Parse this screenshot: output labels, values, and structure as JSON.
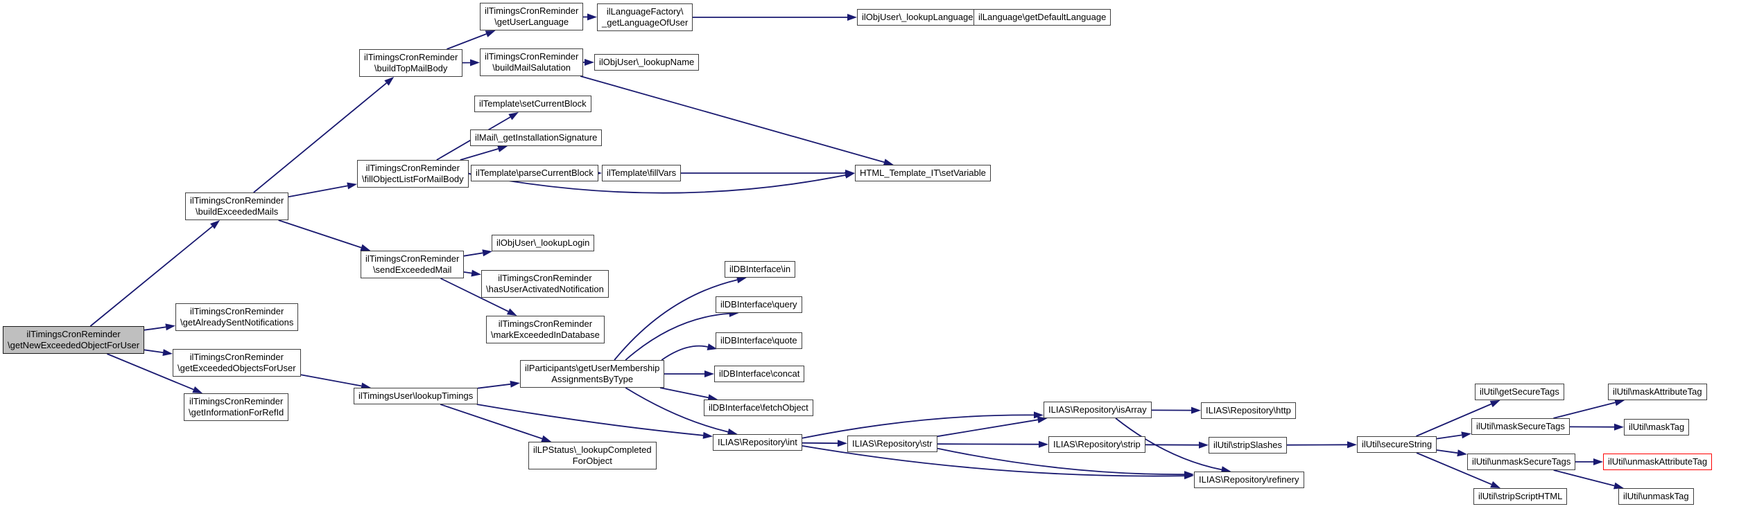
{
  "diagram": {
    "kind": "call-graph",
    "root_function": "ilTimingsCronReminder\\getNewExceededObjectForUser",
    "highlighted_function": "ilUtil\\unmaskAttributeTag",
    "colors": {
      "background": "#ffffff",
      "edge": "#191970",
      "node_fill": "#ffffff",
      "node_border": "#404040",
      "root_fill": "#bfbfbf",
      "root_border": "#1a1a1a",
      "highlight_border": "#ff0000",
      "text": "#000000"
    },
    "nodes": [
      {
        "id": "getNewExceededObjectForUser",
        "role": "root",
        "label": "ilTimingsCronReminder\\getNewExceededObjectForUser",
        "lines": [
          "ilTimingsCronReminder",
          "\\getNewExceededObjectForUser"
        ]
      },
      {
        "id": "buildExceededMails",
        "role": "normal",
        "label": "ilTimingsCronReminder\\buildExceededMails",
        "lines": [
          "ilTimingsCronReminder",
          "\\buildExceededMails"
        ]
      },
      {
        "id": "getAlreadySentNotifications",
        "role": "normal",
        "label": "ilTimingsCronReminder\\getAlreadySentNotifications",
        "lines": [
          "ilTimingsCronReminder",
          "\\getAlreadySentNotifications"
        ]
      },
      {
        "id": "getExceededObjectsForUser",
        "role": "normal",
        "label": "ilTimingsCronReminder\\getExceededObjectsForUser",
        "lines": [
          "ilTimingsCronReminder",
          "\\getExceededObjectsForUser"
        ]
      },
      {
        "id": "getInformationForRefId",
        "role": "normal",
        "label": "ilTimingsCronReminder\\getInformationForRefId",
        "lines": [
          "ilTimingsCronReminder",
          "\\getInformationForRefId"
        ]
      },
      {
        "id": "buildTopMailBody",
        "role": "normal",
        "label": "ilTimingsCronReminder\\buildTopMailBody",
        "lines": [
          "ilTimingsCronReminder",
          "\\buildTopMailBody"
        ]
      },
      {
        "id": "getUserLanguage",
        "role": "normal",
        "label": "ilTimingsCronReminder\\getUserLanguage",
        "lines": [
          "ilTimingsCronReminder",
          "\\getUserLanguage"
        ]
      },
      {
        "id": "buildMailSalutation",
        "role": "normal",
        "label": "ilTimingsCronReminder\\buildMailSalutation",
        "lines": [
          "ilTimingsCronReminder",
          "\\buildMailSalutation"
        ]
      },
      {
        "id": "getLanguageOfUser",
        "role": "normal",
        "label": "ilLanguageFactory\\_getLanguageOfUser",
        "lines": [
          "ilLanguageFactory\\",
          "_getLanguageOfUser"
        ]
      },
      {
        "id": "lookupLanguage",
        "role": "normal",
        "label": "ilObjUser\\_lookupLanguage",
        "lines": [
          "ilObjUser\\_lookupLanguage"
        ]
      },
      {
        "id": "getDefaultLanguage",
        "role": "normal",
        "label": "ilLanguage\\getDefaultLanguage",
        "lines": [
          "ilLanguage\\getDefaultLanguage"
        ]
      },
      {
        "id": "lookupName",
        "role": "normal",
        "label": "ilObjUser\\_lookupName",
        "lines": [
          "ilObjUser\\_lookupName"
        ]
      },
      {
        "id": "setCurrentBlock",
        "role": "normal",
        "label": "ilTemplate\\setCurrentBlock",
        "lines": [
          "ilTemplate\\setCurrentBlock"
        ]
      },
      {
        "id": "getInstallationSignature",
        "role": "normal",
        "label": "ilMail\\_getInstallationSignature",
        "lines": [
          "ilMail\\_getInstallationSignature"
        ]
      },
      {
        "id": "fillObjectListForMailBody",
        "role": "normal",
        "label": "ilTimingsCronReminder\\fillObjectListForMailBody",
        "lines": [
          "ilTimingsCronReminder",
          "\\fillObjectListForMailBody"
        ]
      },
      {
        "id": "parseCurrentBlock",
        "role": "normal",
        "label": "ilTemplate\\parseCurrentBlock",
        "lines": [
          "ilTemplate\\parseCurrentBlock"
        ]
      },
      {
        "id": "fillVars",
        "role": "normal",
        "label": "ilTemplate\\fillVars",
        "lines": [
          "ilTemplate\\fillVars"
        ]
      },
      {
        "id": "setVariable",
        "role": "normal",
        "label": "HTML_Template_IT\\setVariable",
        "lines": [
          "HTML_Template_IT\\setVariable"
        ]
      },
      {
        "id": "sendExceededMail",
        "role": "normal",
        "label": "ilTimingsCronReminder\\sendExceededMail",
        "lines": [
          "ilTimingsCronReminder",
          "\\sendExceededMail"
        ]
      },
      {
        "id": "lookupLogin",
        "role": "normal",
        "label": "ilObjUser\\_lookupLogin",
        "lines": [
          "ilObjUser\\_lookupLogin"
        ]
      },
      {
        "id": "hasUserActivatedNotification",
        "role": "normal",
        "label": "ilTimingsCronReminder\\hasUserActivatedNotification",
        "lines": [
          "ilTimingsCronReminder",
          "\\hasUserActivatedNotification"
        ]
      },
      {
        "id": "markExceededInDatabase",
        "role": "normal",
        "label": "ilTimingsCronReminder\\markExceededInDatabase",
        "lines": [
          "ilTimingsCronReminder",
          "\\markExceededInDatabase"
        ]
      },
      {
        "id": "lookupTimings",
        "role": "normal",
        "label": "ilTimingsUser\\lookupTimings",
        "lines": [
          "ilTimingsUser\\lookupTimings"
        ]
      },
      {
        "id": "getUserMembershipAssignmentsByType",
        "role": "normal",
        "label": "ilParticipants\\getUserMembershipAssignmentsByType",
        "lines": [
          "ilParticipants\\getUserMembership",
          "AssignmentsByType"
        ]
      },
      {
        "id": "dbIn",
        "role": "normal",
        "label": "ilDBInterface\\in",
        "lines": [
          "ilDBInterface\\in"
        ]
      },
      {
        "id": "dbQuery",
        "role": "normal",
        "label": "ilDBInterface\\query",
        "lines": [
          "ilDBInterface\\query"
        ]
      },
      {
        "id": "dbQuote",
        "role": "normal",
        "label": "ilDBInterface\\quote",
        "lines": [
          "ilDBInterface\\quote"
        ]
      },
      {
        "id": "dbConcat",
        "role": "normal",
        "label": "ilDBInterface\\concat",
        "lines": [
          "ilDBInterface\\concat"
        ]
      },
      {
        "id": "dbFetchObject",
        "role": "normal",
        "label": "ilDBInterface\\fetchObject",
        "lines": [
          "ilDBInterface\\fetchObject"
        ]
      },
      {
        "id": "lookupCompletedForObject",
        "role": "normal",
        "label": "ilLPStatus\\_lookupCompletedForObject",
        "lines": [
          "ilLPStatus\\_lookupCompleted",
          "ForObject"
        ]
      },
      {
        "id": "repoInt",
        "role": "normal",
        "label": "ILIAS\\Repository\\int",
        "lines": [
          "ILIAS\\Repository\\int"
        ]
      },
      {
        "id": "repoStr",
        "role": "normal",
        "label": "ILIAS\\Repository\\str",
        "lines": [
          "ILIAS\\Repository\\str"
        ]
      },
      {
        "id": "repoIsArray",
        "role": "normal",
        "label": "ILIAS\\Repository\\isArray",
        "lines": [
          "ILIAS\\Repository\\isArray"
        ]
      },
      {
        "id": "repoHttp",
        "role": "normal",
        "label": "ILIAS\\Repository\\http",
        "lines": [
          "ILIAS\\Repository\\http"
        ]
      },
      {
        "id": "repoStrip",
        "role": "normal",
        "label": "ILIAS\\Repository\\strip",
        "lines": [
          "ILIAS\\Repository\\strip"
        ]
      },
      {
        "id": "stripSlashes",
        "role": "normal",
        "label": "ilUtil\\stripSlashes",
        "lines": [
          "ilUtil\\stripSlashes"
        ]
      },
      {
        "id": "repoRefinery",
        "role": "normal",
        "label": "ILIAS\\Repository\\refinery",
        "lines": [
          "ILIAS\\Repository\\refinery"
        ]
      },
      {
        "id": "secureString",
        "role": "normal",
        "label": "ilUtil\\secureString",
        "lines": [
          "ilUtil\\secureString"
        ]
      },
      {
        "id": "getSecureTags",
        "role": "normal",
        "label": "ilUtil\\getSecureTags",
        "lines": [
          "ilUtil\\getSecureTags"
        ]
      },
      {
        "id": "maskSecureTags",
        "role": "normal",
        "label": "ilUtil\\maskSecureTags",
        "lines": [
          "ilUtil\\maskSecureTags"
        ]
      },
      {
        "id": "maskAttributeTag",
        "role": "normal",
        "label": "ilUtil\\maskAttributeTag",
        "lines": [
          "ilUtil\\maskAttributeTag"
        ]
      },
      {
        "id": "maskTag",
        "role": "normal",
        "label": "ilUtil\\maskTag",
        "lines": [
          "ilUtil\\maskTag"
        ]
      },
      {
        "id": "unmaskSecureTags",
        "role": "normal",
        "label": "ilUtil\\unmaskSecureTags",
        "lines": [
          "ilUtil\\unmaskSecureTags"
        ]
      },
      {
        "id": "unmaskAttributeTag",
        "role": "highlight",
        "label": "ilUtil\\unmaskAttributeTag",
        "lines": [
          "ilUtil\\unmaskAttributeTag"
        ]
      },
      {
        "id": "stripScriptHTML",
        "role": "normal",
        "label": "ilUtil\\stripScriptHTML",
        "lines": [
          "ilUtil\\stripScriptHTML"
        ]
      },
      {
        "id": "unmaskTag",
        "role": "normal",
        "label": "ilUtil\\unmaskTag",
        "lines": [
          "ilUtil\\unmaskTag"
        ]
      }
    ],
    "edges": [
      {
        "from": "getNewExceededObjectForUser",
        "to": "buildExceededMails"
      },
      {
        "from": "getNewExceededObjectForUser",
        "to": "getAlreadySentNotifications"
      },
      {
        "from": "getNewExceededObjectForUser",
        "to": "getExceededObjectsForUser"
      },
      {
        "from": "getNewExceededObjectForUser",
        "to": "getInformationForRefId"
      },
      {
        "from": "buildExceededMails",
        "to": "buildTopMailBody"
      },
      {
        "from": "buildExceededMails",
        "to": "fillObjectListForMailBody"
      },
      {
        "from": "buildExceededMails",
        "to": "sendExceededMail"
      },
      {
        "from": "buildTopMailBody",
        "to": "getUserLanguage"
      },
      {
        "from": "buildTopMailBody",
        "to": "buildMailSalutation"
      },
      {
        "from": "getUserLanguage",
        "to": "getLanguageOfUser"
      },
      {
        "from": "getLanguageOfUser",
        "to": "lookupLanguage"
      },
      {
        "from": "lookupLanguage",
        "to": "getDefaultLanguage"
      },
      {
        "from": "buildMailSalutation",
        "to": "lookupName"
      },
      {
        "from": "buildMailSalutation",
        "to": "setVariable"
      },
      {
        "from": "fillObjectListForMailBody",
        "to": "setCurrentBlock"
      },
      {
        "from": "fillObjectListForMailBody",
        "to": "getInstallationSignature"
      },
      {
        "from": "fillObjectListForMailBody",
        "to": "parseCurrentBlock"
      },
      {
        "from": "fillObjectListForMailBody",
        "to": "setVariable"
      },
      {
        "from": "parseCurrentBlock",
        "to": "fillVars"
      },
      {
        "from": "fillVars",
        "to": "setVariable"
      },
      {
        "from": "sendExceededMail",
        "to": "lookupLogin"
      },
      {
        "from": "sendExceededMail",
        "to": "hasUserActivatedNotification"
      },
      {
        "from": "sendExceededMail",
        "to": "markExceededInDatabase"
      },
      {
        "from": "getExceededObjectsForUser",
        "to": "lookupTimings"
      },
      {
        "from": "lookupTimings",
        "to": "getUserMembershipAssignmentsByType"
      },
      {
        "from": "lookupTimings",
        "to": "lookupCompletedForObject"
      },
      {
        "from": "lookupTimings",
        "to": "repoInt"
      },
      {
        "from": "getUserMembershipAssignmentsByType",
        "to": "dbIn"
      },
      {
        "from": "getUserMembershipAssignmentsByType",
        "to": "dbQuery"
      },
      {
        "from": "getUserMembershipAssignmentsByType",
        "to": "dbQuote"
      },
      {
        "from": "getUserMembershipAssignmentsByType",
        "to": "dbConcat"
      },
      {
        "from": "getUserMembershipAssignmentsByType",
        "to": "dbFetchObject"
      },
      {
        "from": "getUserMembershipAssignmentsByType",
        "to": "repoInt"
      },
      {
        "from": "repoInt",
        "to": "repoStr"
      },
      {
        "from": "repoInt",
        "to": "repoIsArray"
      },
      {
        "from": "repoInt",
        "to": "repoRefinery"
      },
      {
        "from": "repoStr",
        "to": "repoIsArray"
      },
      {
        "from": "repoStr",
        "to": "repoStrip"
      },
      {
        "from": "repoStr",
        "to": "repoRefinery"
      },
      {
        "from": "repoIsArray",
        "to": "repoHttp"
      },
      {
        "from": "repoIsArray",
        "to": "repoRefinery"
      },
      {
        "from": "repoStrip",
        "to": "stripSlashes"
      },
      {
        "from": "stripSlashes",
        "to": "secureString"
      },
      {
        "from": "secureString",
        "to": "getSecureTags"
      },
      {
        "from": "secureString",
        "to": "maskSecureTags"
      },
      {
        "from": "secureString",
        "to": "unmaskSecureTags"
      },
      {
        "from": "secureString",
        "to": "stripScriptHTML"
      },
      {
        "from": "maskSecureTags",
        "to": "maskAttributeTag"
      },
      {
        "from": "maskSecureTags",
        "to": "maskTag"
      },
      {
        "from": "unmaskSecureTags",
        "to": "unmaskAttributeTag"
      },
      {
        "from": "unmaskSecureTags",
        "to": "unmaskTag"
      }
    ]
  }
}
